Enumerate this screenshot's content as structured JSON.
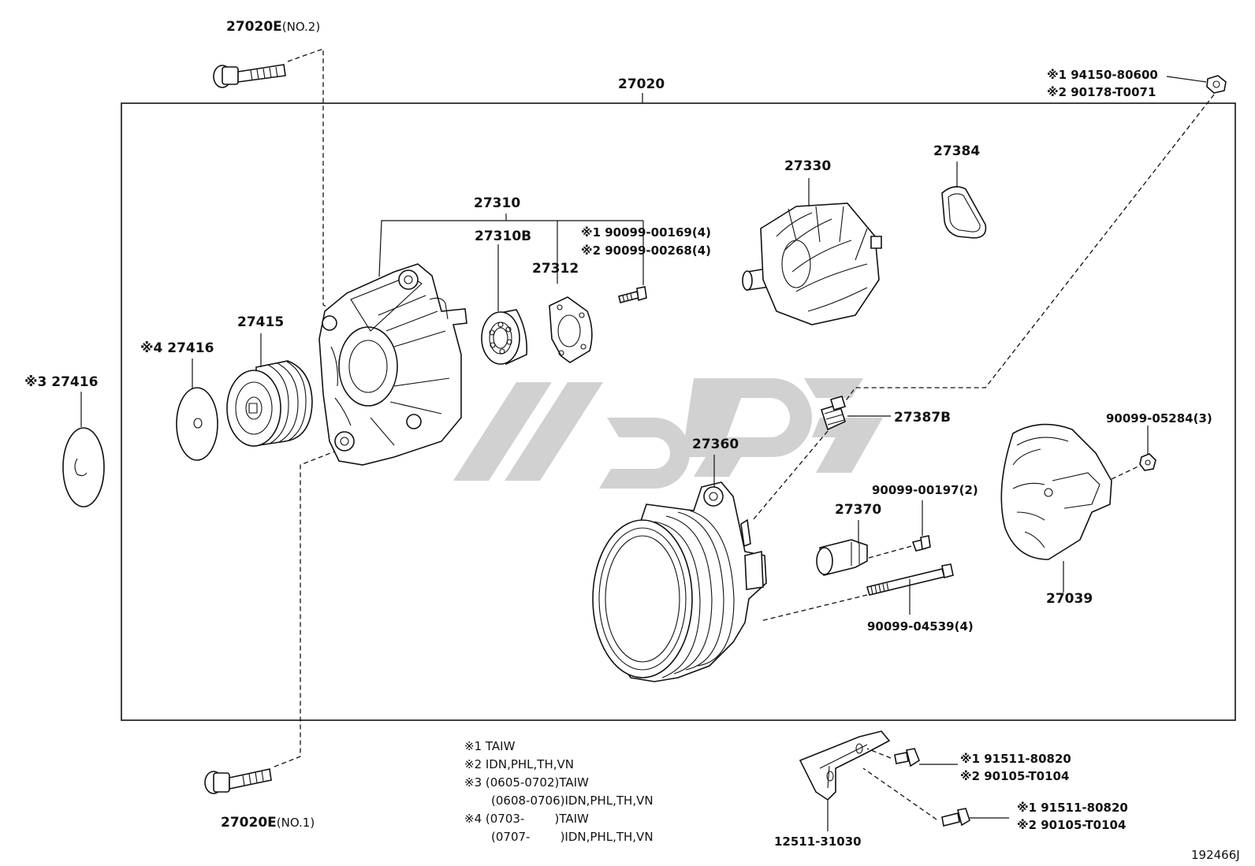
{
  "labels": {
    "assembly": "27020",
    "bolt_no2": "27020E",
    "bolt_no2_suffix": "(NO.2)",
    "bolt_no1": "27020E",
    "bolt_no1_suffix": "(NO.1)",
    "frame": "27310",
    "bearing": "27310B",
    "retainer": "27312",
    "screw_a_line1": "※1 90099-00169(4)",
    "screw_a_line2": "※2 90099-00268(4)",
    "rotor": "27330",
    "cover_ring": "27384",
    "nut_top_line1": "※1 94150-80600",
    "nut_top_line2": "※2 90178-T0071",
    "pulley": "27415",
    "washer_4": "※4 27416",
    "washer_3": "※3 27416",
    "terminal": "27387B",
    "drive_end": "27360",
    "regulator": "27370",
    "screw_b": "90099-00197(2)",
    "through_bolt": "90099-04539(4)",
    "nut_c": "90099-05284(3)",
    "rear_cover": "27039",
    "bracket": "12511-31030",
    "bracket_bolt1_line1": "※1 91511-80820",
    "bracket_bolt1_line2": "※2 90105-T0104",
    "bracket_bolt2_line1": "※1 91511-80820",
    "bracket_bolt2_line2": "※2 90105-T0104",
    "drawing_no": "192466J"
  },
  "notes": [
    "※1 TAIW",
    "※2 IDN,PHL,TH,VN",
    "※3 (0605-0702)TAIW",
    "(0608-0706)IDN,PHL,TH,VN",
    "※4 (0703-        )TAIW",
    "(0707-        )IDN,PHL,TH,VN"
  ]
}
